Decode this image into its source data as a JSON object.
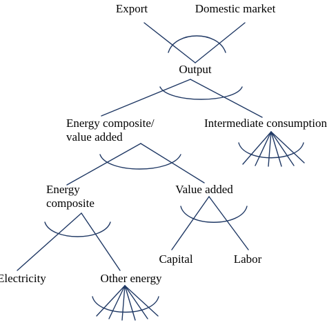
{
  "diagram": {
    "line_color": "#1f3864",
    "text_color": "#000000",
    "nodes": {
      "export": "Export",
      "domestic_market": "Domestic market",
      "output": "Output",
      "energy_composite_value_added": [
        "Energy composite/",
        "value added"
      ],
      "intermediate_consumption": "Intermediate consumption",
      "energy_composite": [
        "Energy",
        "composite"
      ],
      "value_added": "Value added",
      "capital": "Capital",
      "labor": "Labor",
      "electricity": "Electricity",
      "other_energy": "Other energy"
    }
  }
}
